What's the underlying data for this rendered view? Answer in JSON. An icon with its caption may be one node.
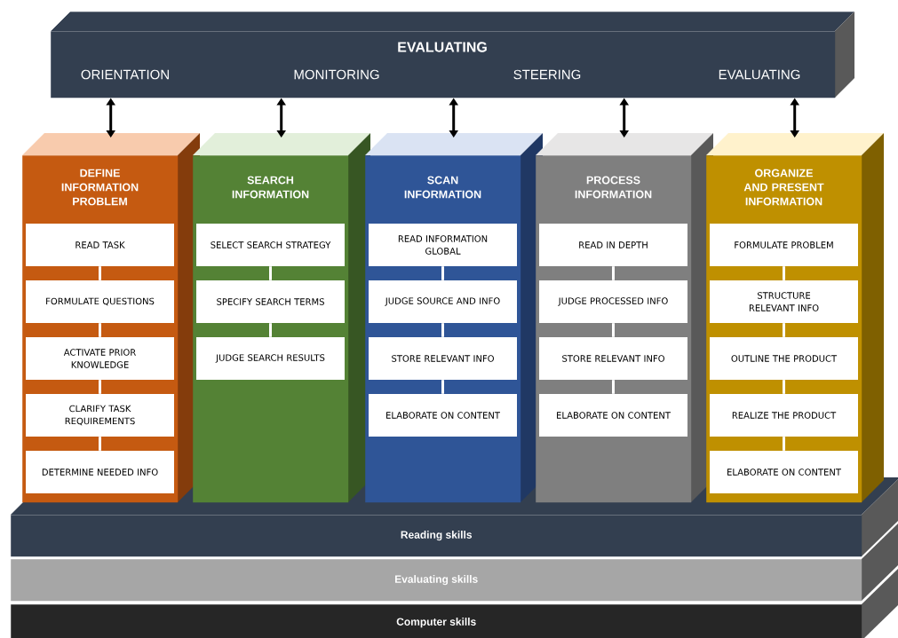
{
  "diagram": {
    "nodes": [
      {
        "text": [
          "EVALUATING",
          "ORIENTATION",
          "MONITORING",
          "STEERING",
          "EVALUATING"
        ]
      },
      {
        "text": [
          "DEFINE INFORMATION PROBLEM"
        ]
      },
      {
        "text": [
          "READ TASK"
        ],
        "in": 1
      },
      {
        "text": [
          "FORMULATE QUESTIONS"
        ],
        "in": 1
      },
      {
        "text": [
          "ACTIVATE PRIOR KNOWLEDGE"
        ],
        "in": 1
      },
      {
        "text": [
          "CLARIFY TASK REQUIREMENTS"
        ],
        "in": 1
      },
      {
        "text": [
          "DETERMINE NEEDED INFO"
        ],
        "in": 1
      },
      {
        "text": [
          "SEARCH INFORMATION"
        ]
      },
      {
        "text": [
          "SELECT SEARCH STRATEGY"
        ],
        "in": 7
      },
      {
        "text": [
          "SPECIFY SEARCH TERMS"
        ],
        "in": 7
      },
      {
        "text": [
          "JUDGE SEARCH RESULTS"
        ],
        "in": 7
      },
      {
        "text": [
          "SCAN INFORMATION"
        ]
      },
      {
        "text": [
          "READ INFORMATION GLOBAL"
        ],
        "in": 11
      },
      {
        "text": [
          "JUDGE SOURCE AND INFO"
        ],
        "in": 11
      },
      {
        "text": [
          "STORE RELEVANT INFO"
        ],
        "in": 11
      },
      {
        "text": [
          "ELABORATE ON CONTENT"
        ],
        "in": 11
      },
      {
        "text": [
          "PROCESS INFORMATION"
        ]
      },
      {
        "text": [
          "READ IN DEPTH"
        ],
        "in": 16
      },
      {
        "text": [
          "JUDGE PROCESSED INFO"
        ],
        "in": 16
      },
      {
        "text": [
          "STORE RELEVANT INFO"
        ],
        "in": 16
      },
      {
        "text": [
          "ELABORATE ON CONTENT"
        ],
        "in": 16
      },
      {
        "text": [
          "ORGANIZE AND PRESENT INFORMATION"
        ]
      },
      {
        "text": [
          "FORMULATE PROBLEM"
        ],
        "in": 21
      },
      {
        "text": [
          "STRUCTURE RELEVANT INFO"
        ],
        "in": 21
      },
      {
        "text": [
          "OUTLINE THE PRODUCT"
        ],
        "in": 21
      },
      {
        "text": [
          "REALIZE THE PRODUCT"
        ],
        "in": 21
      },
      {
        "text": [
          "ELABORATE ON CONTENT"
        ],
        "in": 21
      },
      {
        "text": [
          "Reading skills"
        ]
      },
      {
        "text": [
          "Evaluating skills"
        ]
      },
      {
        "text": [
          "Computer skills"
        ]
      }
    ],
    "edges": [
      {
        "from": 0,
        "to": 1,
        "arrow": "both",
        "color": "#000000"
      },
      {
        "from": 0,
        "to": 7,
        "arrow": "both",
        "color": "#000000"
      },
      {
        "from": 0,
        "to": 11,
        "arrow": "both",
        "color": "#000000"
      },
      {
        "from": 0,
        "to": 16,
        "arrow": "both",
        "color": "#000000"
      },
      {
        "from": 0,
        "to": 21,
        "arrow": "both",
        "color": "#000000"
      },
      {
        "from": 2,
        "to": 3,
        "arrow": "none"
      },
      {
        "from": 3,
        "to": 4,
        "arrow": "none"
      },
      {
        "from": 4,
        "to": 5,
        "arrow": "none"
      },
      {
        "from": 5,
        "to": 6,
        "arrow": "none"
      },
      {
        "from": 8,
        "to": 9,
        "arrow": "none"
      },
      {
        "from": 9,
        "to": 10,
        "arrow": "none"
      },
      {
        "from": 12,
        "to": 13,
        "arrow": "none"
      },
      {
        "from": 13,
        "to": 14,
        "arrow": "none"
      },
      {
        "from": 14,
        "to": 15,
        "arrow": "none"
      },
      {
        "from": 17,
        "to": 18,
        "arrow": "none"
      },
      {
        "from": 18,
        "to": 19,
        "arrow": "none"
      },
      {
        "from": 19,
        "to": 20,
        "arrow": "none"
      },
      {
        "from": 22,
        "to": 23,
        "arrow": "none"
      },
      {
        "from": 23,
        "to": 24,
        "arrow": "none"
      },
      {
        "from": 24,
        "to": 25,
        "arrow": "none"
      },
      {
        "from": 25,
        "to": 26,
        "arrow": "none"
      }
    ]
  }
}
